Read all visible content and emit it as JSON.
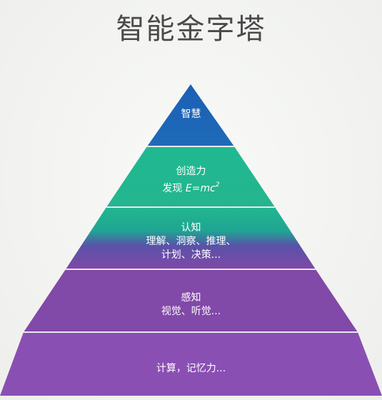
{
  "title": "智能金字塔",
  "levels": [
    {
      "lines": [
        "智慧"
      ]
    },
    {
      "lines": [
        "创造力"
      ],
      "formula": {
        "prefix": "发现 ",
        "equation": "E=mc",
        "superscript": "2"
      }
    },
    {
      "lines": [
        "认知",
        "理解、洞察、推理、",
        "计划、决策..."
      ]
    },
    {
      "lines": [
        "感知",
        "视觉、听觉..."
      ]
    },
    {
      "lines": [
        "计算，记忆力..."
      ]
    }
  ],
  "colors": {
    "wisdom": "#1f63b6",
    "creativity": "#20b890",
    "perception": "#8149a8",
    "computation": "#8a4fb3"
  }
}
